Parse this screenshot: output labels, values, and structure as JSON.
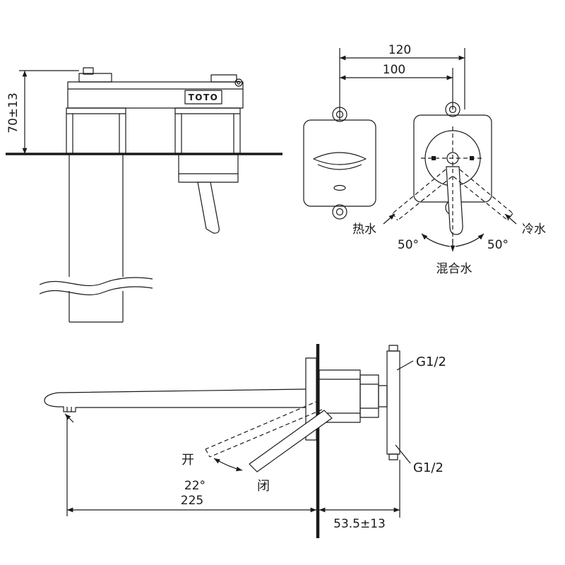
{
  "drawing": {
    "side_top": {
      "dim_height": "70±13",
      "brand": "TOTO"
    },
    "front": {
      "dim_width_outer": "120",
      "dim_width_inner": "100",
      "angle_left": "50°",
      "angle_right": "50°",
      "label_hot": "热水",
      "label_cold": "冷水",
      "label_mixed": "混合水"
    },
    "side_bottom": {
      "label_open": "开",
      "dim_angle": "22°",
      "label_closed": "闭",
      "dim_spout_reach": "225",
      "dim_wall_depth": "53.5±13",
      "thread_top": "G1/2",
      "thread_bottom": "G1/2"
    },
    "colors": {
      "line": "#1a1a1a",
      "background": "#ffffff"
    }
  }
}
